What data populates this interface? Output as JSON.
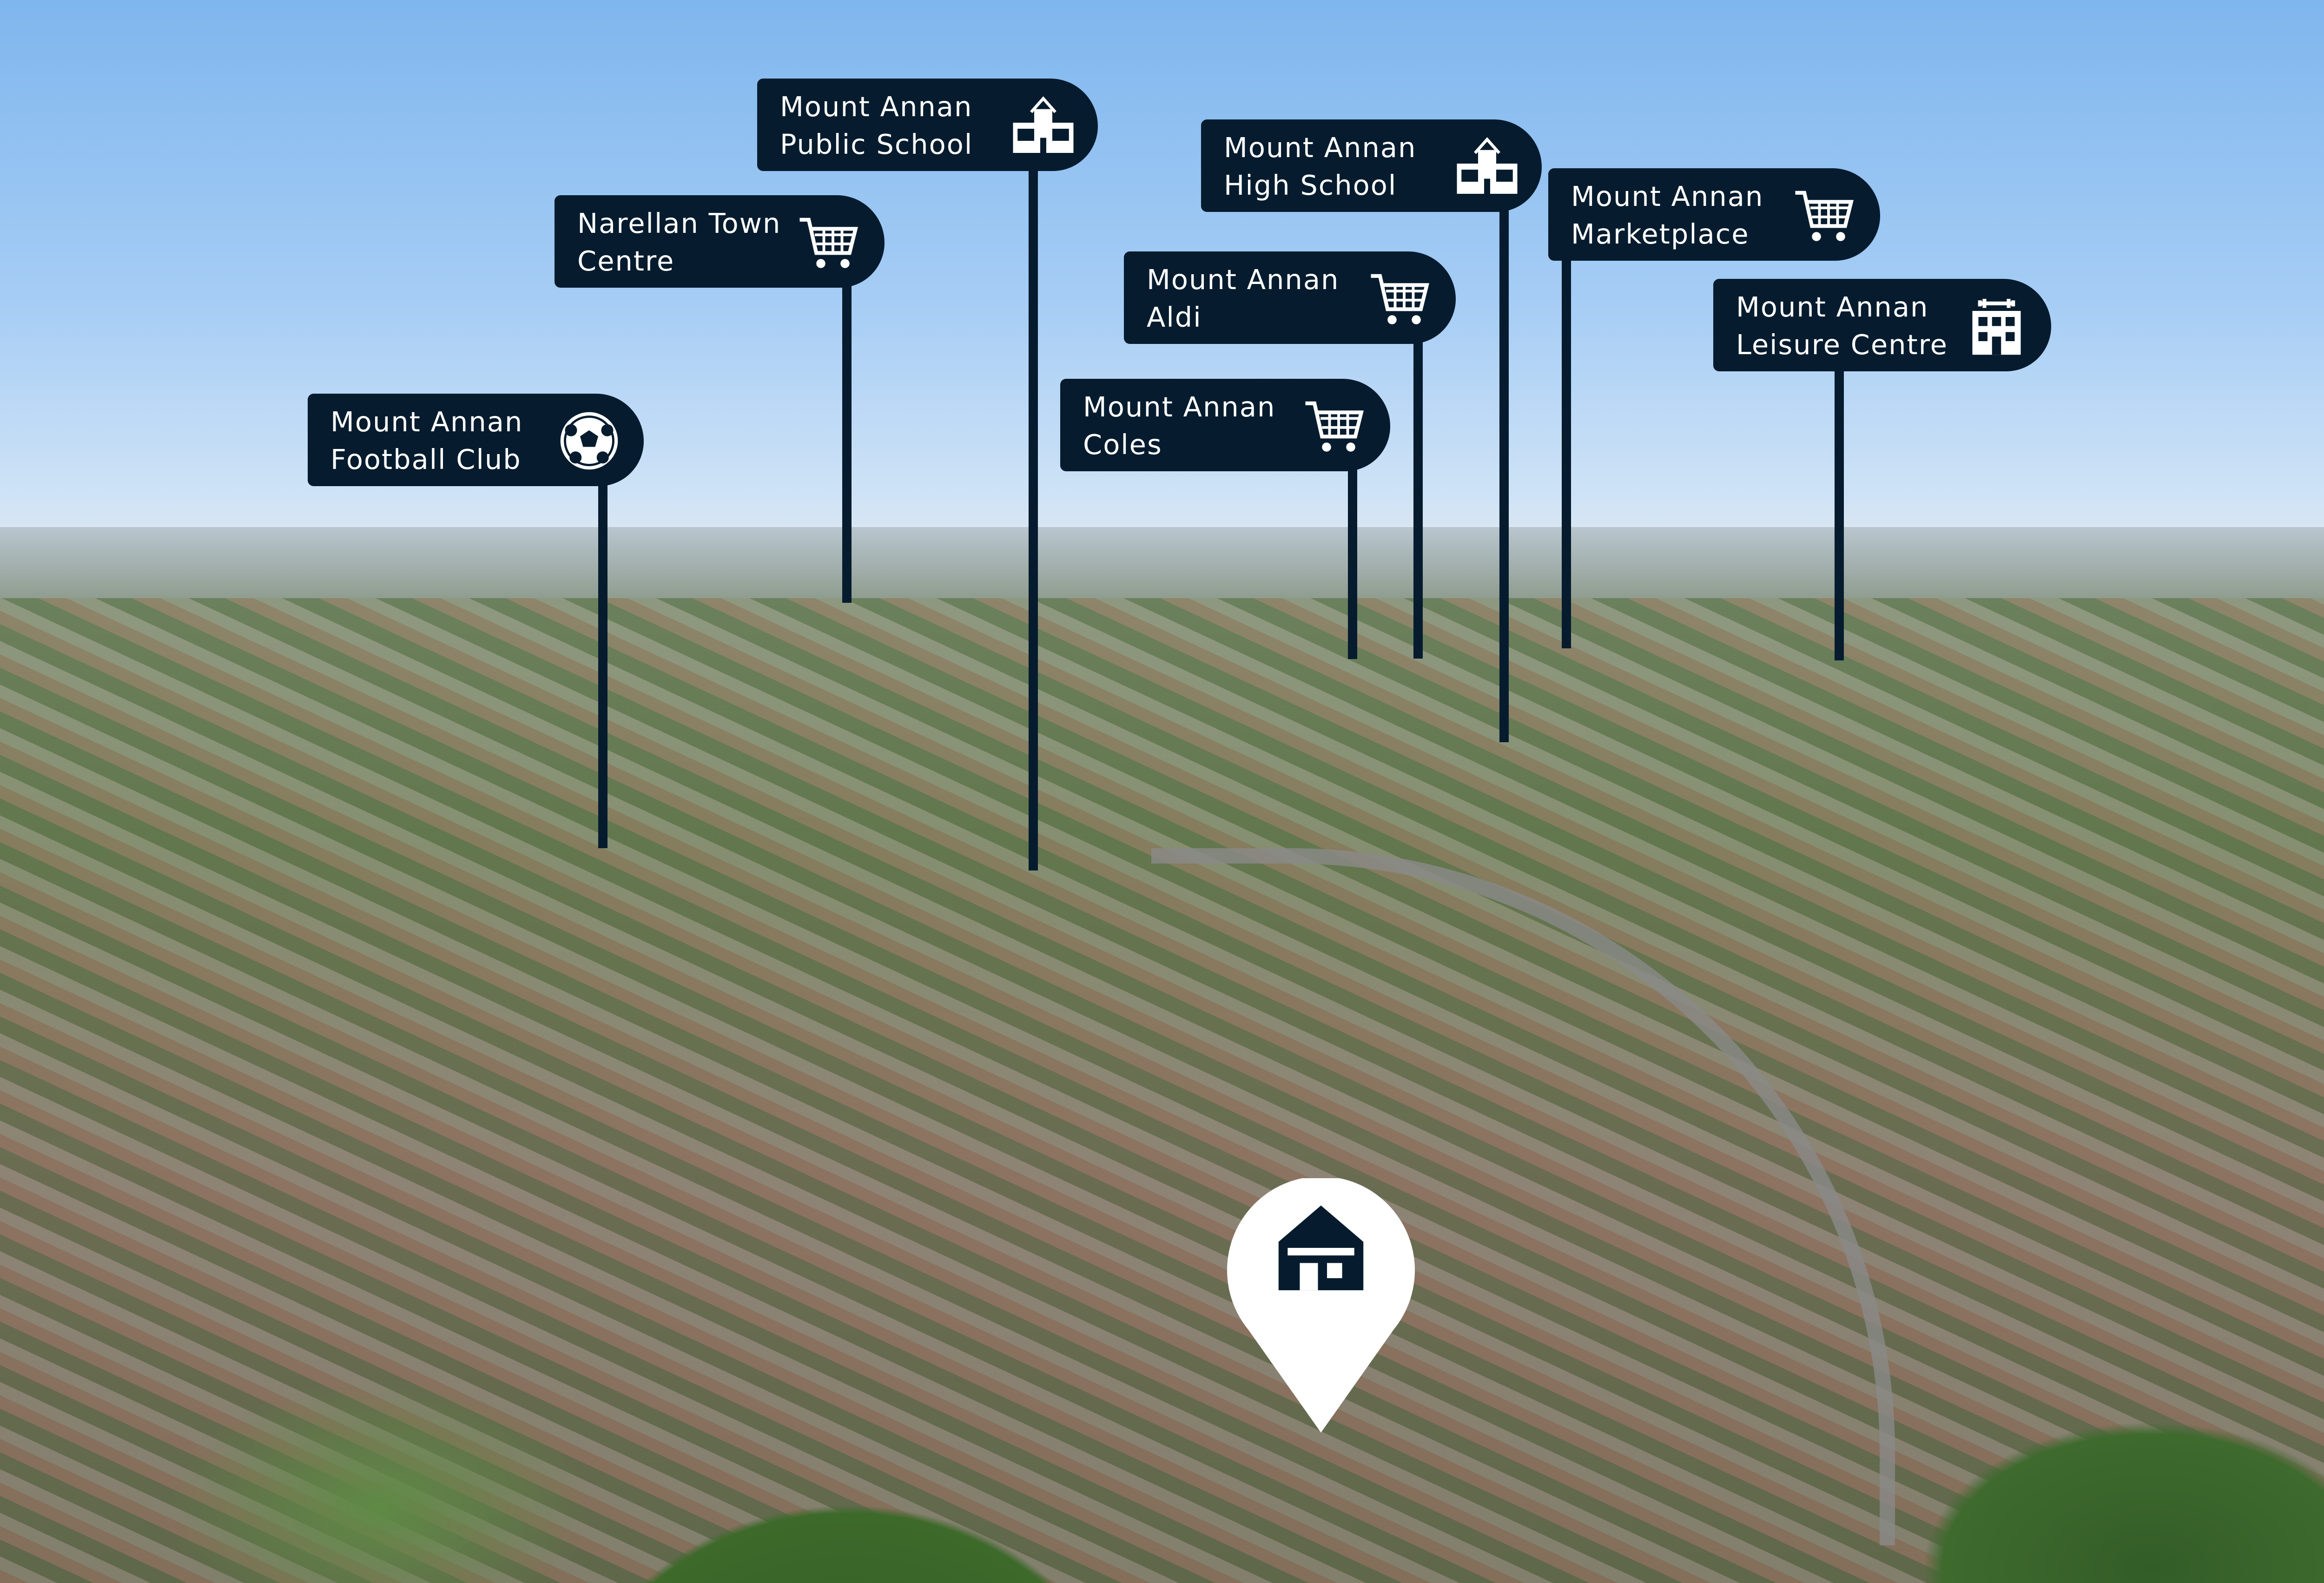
{
  "labels": [
    {
      "id": "football",
      "lines": [
        "Mount Annan",
        "Football Club"
      ],
      "icon": "soccer-ball-icon"
    },
    {
      "id": "narellan",
      "lines": [
        "Narellan Town",
        "Centre"
      ],
      "icon": "shopping-cart-icon"
    },
    {
      "id": "public-school",
      "lines": [
        "Mount Annan",
        "Public School"
      ],
      "icon": "school-icon"
    },
    {
      "id": "high-school",
      "lines": [
        "Mount Annan",
        "High School"
      ],
      "icon": "school-icon"
    },
    {
      "id": "aldi",
      "lines": [
        "Mount Annan",
        "Aldi"
      ],
      "icon": "shopping-cart-icon"
    },
    {
      "id": "coles",
      "lines": [
        "Mount Annan",
        "Coles"
      ],
      "icon": "shopping-cart-icon"
    },
    {
      "id": "marketplace",
      "lines": [
        "Mount Annan",
        "Marketplace"
      ],
      "icon": "shopping-cart-icon"
    },
    {
      "id": "leisure",
      "lines": [
        "Mount Annan",
        "Leisure Centre"
      ],
      "icon": "gym-building-icon"
    }
  ],
  "colors": {
    "label_bg": "#061c2e",
    "label_text": "#ffffff",
    "pin": "#ffffff",
    "pin_icon": "#061c2e"
  },
  "home_pin": {
    "icon": "house-icon"
  }
}
